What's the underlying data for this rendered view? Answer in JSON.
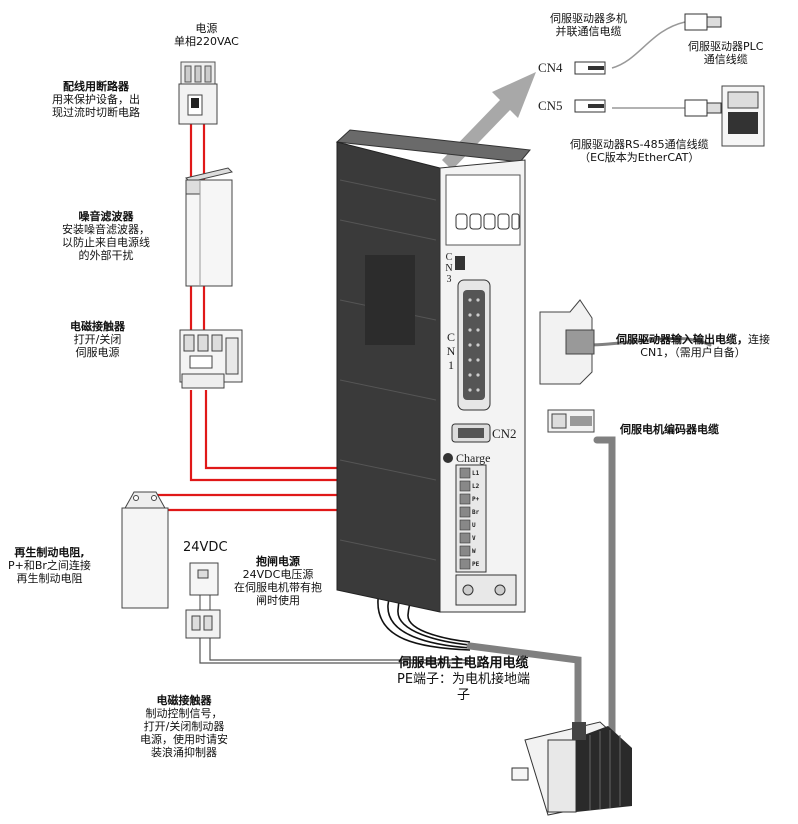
{
  "power": {
    "title": "电源",
    "sub": "单相220VAC"
  },
  "breaker": {
    "title": "配线用断路器",
    "desc1": "用来保护设备，出",
    "desc2": "现过流时切断电路"
  },
  "noise_filter": {
    "title": "噪音滤波器",
    "desc1": "安装噪音滤波器，",
    "desc2": "以防止来自电源线",
    "desc3": "的外部干扰"
  },
  "contactor1": {
    "title": "电磁接触器",
    "desc1": "打开/关闭",
    "desc2": "伺服电源"
  },
  "regen": {
    "title": "再生制动电阻,",
    "desc1": "P+和Br之间连接",
    "desc2": "再生制动电阻"
  },
  "dc24": {
    "label": "24VDC"
  },
  "brake_power": {
    "title": "抱闸电源",
    "desc1": "24VDC电压源",
    "desc2": "在伺服电机带有抱",
    "desc3": "闸时使用"
  },
  "contactor2": {
    "title": "电磁接触器",
    "desc1": "制动控制信号，",
    "desc2": "打开/关闭制动器",
    "desc3": "电源，使用时请安",
    "desc4": "装浪涌抑制器"
  },
  "multi_cable": {
    "line1": "伺服驱动器多机",
    "line2": "并联通信电缆"
  },
  "plc_cable": {
    "line1": "伺服驱动器PLC",
    "line2": "通信线缆"
  },
  "rs485_cable": {
    "line1": "伺服驱动器RS-485通信线缆",
    "line2": "（EC版本为EtherCAT）"
  },
  "ports": {
    "cn4": "CN4",
    "cn5": "CN5",
    "cn3": [
      "C",
      "N",
      "3"
    ],
    "cn1": [
      "C",
      "N",
      "1"
    ],
    "cn2": "CN2",
    "charge": "Charge"
  },
  "terminals": [
    "L1",
    "L2",
    "P+",
    "Br",
    "U",
    "V",
    "W",
    "PE"
  ],
  "io_cable": {
    "title": "伺服驱动器输入输出电缆，",
    "desc": "连接",
    "desc2": "CN1，（需用户自备）"
  },
  "encoder_cable": {
    "title": "伺服电机编码器电缆"
  },
  "main_cable": {
    "title": "伺服电机主电路用电缆",
    "desc1": "PE端子：为电机接地端",
    "desc2": "子"
  },
  "colors": {
    "wire_red": "#e01818",
    "cable_gray": "#808080",
    "arrow_gray": "#a8a8a8",
    "drive_dark": "#3a3a3a"
  }
}
